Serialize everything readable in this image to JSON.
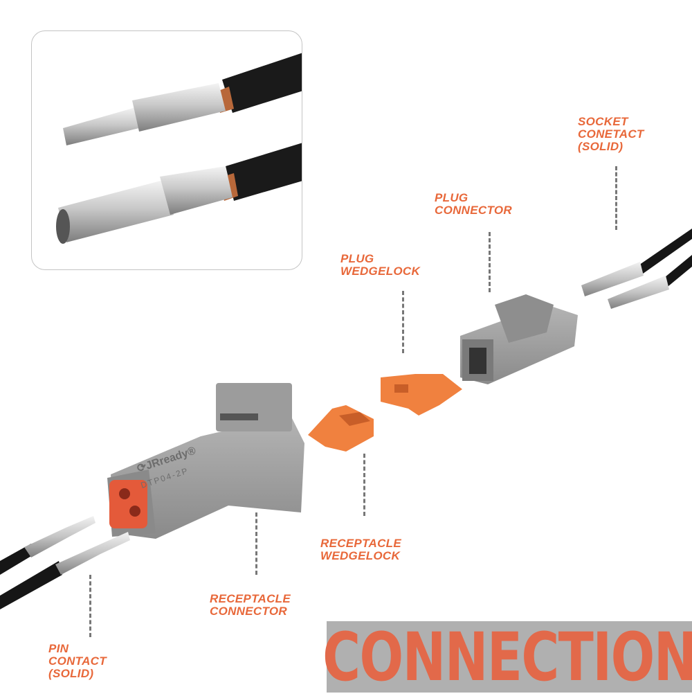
{
  "labels": {
    "socket_contact": [
      "SOCKET",
      "CONETACT",
      "(SOLID)"
    ],
    "plug_connector": [
      "PLUG",
      "CONNECTOR"
    ],
    "plug_wedgelock": [
      "PLUG",
      "WEDGELOCK"
    ],
    "receptacle_wedgelock": [
      "RECEPTACLE",
      "WEDGELOCK"
    ],
    "receptacle_connector": [
      "RECEPTACLE",
      "CONNECTOR"
    ],
    "pin_contact": [
      "PIN",
      "CONTACT",
      "(SOLID)"
    ]
  },
  "connector_marking": {
    "brand": "JRready",
    "model": "DTP04-2P"
  },
  "banner": {
    "text": "CONNECTION"
  },
  "colors": {
    "accent": "#e8683a",
    "banner_bg": "#b0b0b0",
    "banner_text": "#e2694a",
    "housing": "#9a9a9a",
    "wedgelock": "#f0813f"
  }
}
